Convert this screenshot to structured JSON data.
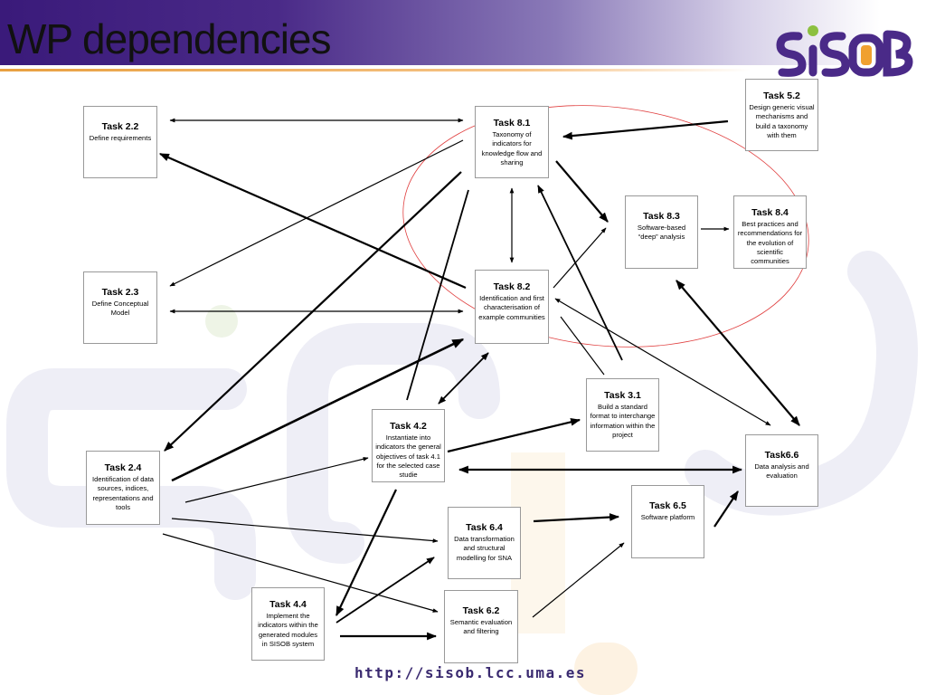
{
  "slide": {
    "title": "WP dependencies",
    "url": "http://sisob.lcc.uma.es",
    "logo_text": "sisob"
  },
  "colors": {
    "header_purple": "#3a1a7a",
    "accent_orange": "#e8a040",
    "ellipse_red": "#e04040",
    "logo_purple": "#4a2a88",
    "logo_orange": "#f0a030"
  },
  "tasks": {
    "t22": {
      "name": "Task 2.2",
      "desc": "Define requirements"
    },
    "t23": {
      "name": "Task 2.3",
      "desc": "Define Conceptual Model"
    },
    "t24": {
      "name": "Task 2.4",
      "desc": "Identification of data sources, indices, representations and tools"
    },
    "t81": {
      "name": "Task 8.1",
      "desc": "Taxonomy of indicators for knowledge flow and sharing"
    },
    "t82": {
      "name": "Task 8.2",
      "desc": "Identification and first characterisation of example communities"
    },
    "t83": {
      "name": "Task 8.3",
      "desc": "Software-based “deep” analysis"
    },
    "t84": {
      "name": "Task 8.4",
      "desc": "Best practices and recommendations for the evolution of scientific communities"
    },
    "t52": {
      "name": "Task 5.2",
      "desc": "Design generic visual mechanisms and build a taxonomy with them"
    },
    "t42": {
      "name": "Task 4.2",
      "desc": "Instantiate into indicators the general objectives of task  4.1 for the selected case studie"
    },
    "t31": {
      "name": "Task 3.1",
      "desc": "Build a standard format to interchange information within the project"
    },
    "t66": {
      "name": "Task6.6",
      "desc": "Data analysis and evaluation"
    },
    "t65": {
      "name": "Task 6.5",
      "desc": "Software platform"
    },
    "t64": {
      "name": "Task 6.4",
      "desc": "Data transformation and structural modelling for SNA"
    },
    "t62": {
      "name": "Task 6.2",
      "desc": "Semantic evaluation and filtering"
    },
    "t44": {
      "name": "Task 4.4",
      "desc": "Implement the indicators within the generated modules in SISOB system"
    }
  }
}
